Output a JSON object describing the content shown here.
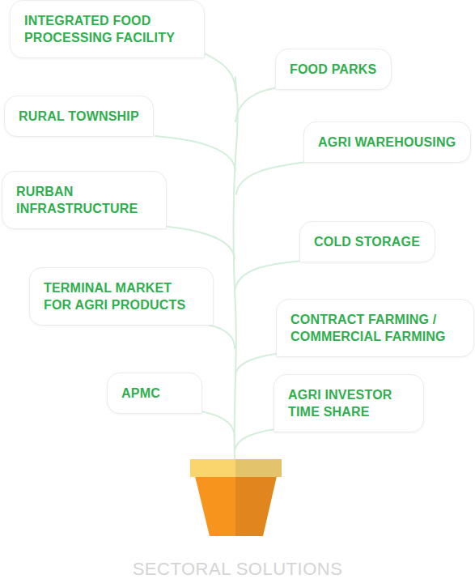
{
  "diagram": {
    "caption": "SECTORAL SOLUTIONS",
    "nodes": [
      {
        "text": [
          "INTEGRATED FOOD PROCESSING FACILITY"
        ]
      },
      {
        "text": [
          "FOOD PARKS"
        ]
      },
      {
        "text": [
          "RURAL TOWNSHIP"
        ]
      },
      {
        "text": [
          "AGRI WAREHOUSING"
        ]
      },
      {
        "text": [
          "RURBAN INFRASTRUCTURE"
        ]
      },
      {
        "text": [
          "COLD STORAGE"
        ]
      },
      {
        "text": [
          "TERMINAL MARKET FOR AGRI PRODUCTS"
        ]
      },
      {
        "text": [
          "CONTRACT FARMING / COMMERCIAL FARMING"
        ]
      },
      {
        "text": [
          "APMC"
        ]
      },
      {
        "text": [
          "AGRI INVESTOR TIME SHARE"
        ]
      }
    ]
  }
}
